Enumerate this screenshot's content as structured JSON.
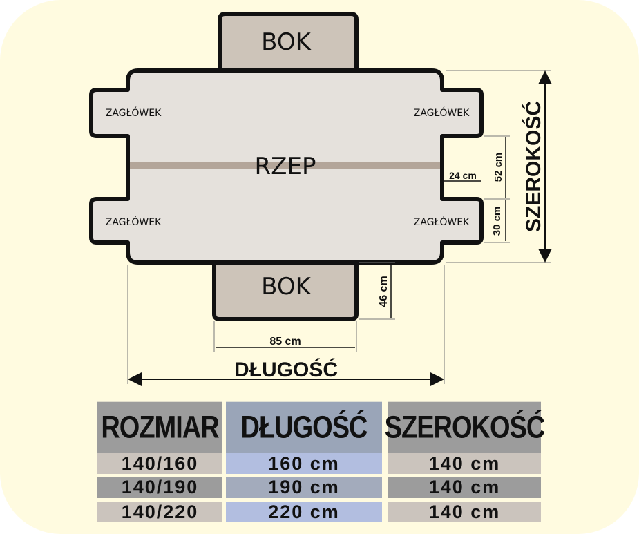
{
  "diagram": {
    "labels": {
      "side_top": "BOK",
      "side_bottom": "BOK",
      "velcro": "RZEP",
      "headboard_tl": "ZAGŁÓWEK",
      "headboard_tr": "ZAGŁÓWEK",
      "headboard_bl": "ZAGŁÓWEK",
      "headboard_br": "ZAGŁÓWEK",
      "length": "DŁUGOŚĆ",
      "width": "SZEROKOŚĆ"
    },
    "dimensions": {
      "side_width": "85 cm",
      "side_depth": "46 cm",
      "flap_depth": "24 cm",
      "gap": "52 cm",
      "flap_height": "30 cm"
    },
    "colors": {
      "body": "#e5e1dc",
      "side": "#cdc4b9",
      "velcro": "#b3a599",
      "outline": "#111111",
      "background": "#fffbe0"
    }
  },
  "size_table": {
    "headers": [
      "ROZMIAR",
      "DŁUGOŚĆ",
      "SZEROKOŚĆ"
    ],
    "rows": [
      [
        "140/160",
        "160 cm",
        "140 cm"
      ],
      [
        "140/190",
        "190 cm",
        "140 cm"
      ],
      [
        "140/220",
        "220 cm",
        "140 cm"
      ]
    ],
    "colors": {
      "header_size": "#9c9c9c",
      "header_length": "#9aa5b8",
      "header_width": "#9c9c9c",
      "row_light_size": "#cbc4bd",
      "row_dark_size": "#9c9c9c",
      "row_light_length": "#b2bee0",
      "row_dark_length": "#a3abbc",
      "row_light_width": "#cbc4bd",
      "row_dark_width": "#9c9c9c"
    }
  }
}
